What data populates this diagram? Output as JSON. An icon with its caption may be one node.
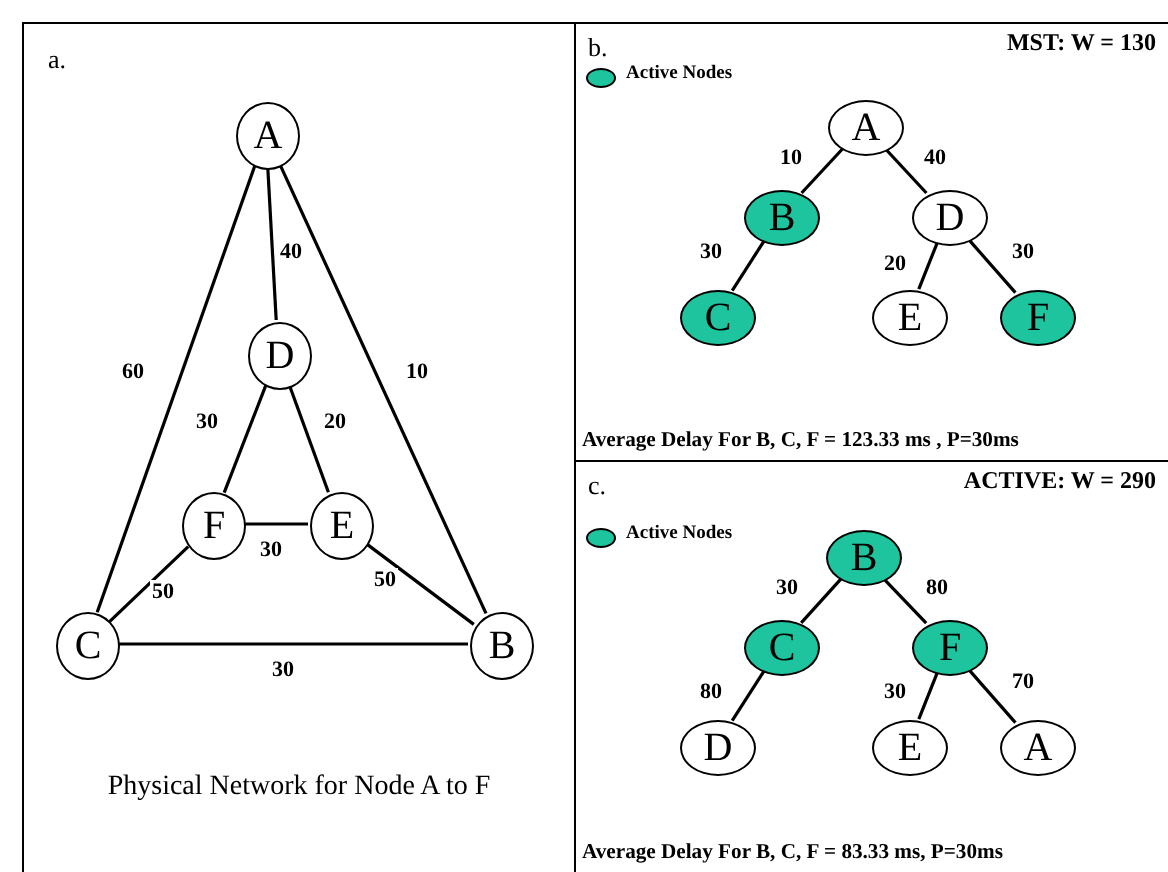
{
  "diagram": {
    "nodes": [
      {
        "text": [
          "a.",
          "Physical Network for Node A to F"
        ]
      },
      {
        "text": [
          "A"
        ],
        "in": 0
      },
      {
        "text": [
          "D"
        ],
        "in": 0
      },
      {
        "text": [
          "F"
        ],
        "in": 0
      },
      {
        "text": [
          "E"
        ],
        "in": 0
      },
      {
        "text": [
          "C"
        ],
        "in": 0
      },
      {
        "text": [
          "B"
        ],
        "in": 0
      },
      {
        "text": [
          "b.",
          "MST: W = 130",
          "Average Delay For B, C, F = 123.33 ms , P=30ms"
        ]
      },
      {
        "text": [
          "A"
        ],
        "in": 7
      },
      {
        "text": [
          "B"
        ],
        "in": 7
      },
      {
        "text": [
          "D"
        ],
        "in": 7
      },
      {
        "text": [
          "C"
        ],
        "in": 7
      },
      {
        "text": [
          "E"
        ],
        "in": 7
      },
      {
        "text": [
          "F"
        ],
        "in": 7
      },
      {
        "text": [
          "c.",
          "ACTIVE: W = 290",
          "Average Delay For B, C, F = 83.33 ms, P=30ms"
        ]
      },
      {
        "text": [
          "B"
        ],
        "in": 14
      },
      {
        "text": [
          "C"
        ],
        "in": 14
      },
      {
        "text": [
          "F"
        ],
        "in": 14
      },
      {
        "text": [
          "D"
        ],
        "in": 14
      },
      {
        "text": [
          "E"
        ],
        "in": 14
      },
      {
        "text": [
          "A"
        ],
        "in": 14
      }
    ],
    "edges": [
      {
        "from": 1,
        "to": 2,
        "arrow": "none",
        "label": "40"
      },
      {
        "from": 1,
        "to": 5,
        "arrow": "none",
        "label": "60"
      },
      {
        "from": 1,
        "to": 6,
        "arrow": "none",
        "label": "10"
      },
      {
        "from": 2,
        "to": 3,
        "arrow": "none",
        "label": "30"
      },
      {
        "from": 2,
        "to": 4,
        "arrow": "none",
        "label": "20"
      },
      {
        "from": 3,
        "to": 4,
        "arrow": "none",
        "label": "30"
      },
      {
        "from": 3,
        "to": 5,
        "arrow": "none",
        "label": "50"
      },
      {
        "from": 4,
        "to": 6,
        "arrow": "none",
        "label": "50"
      },
      {
        "from": 5,
        "to": 6,
        "arrow": "none",
        "label": "30"
      },
      {
        "from": 8,
        "to": 9,
        "arrow": "none",
        "label": "10"
      },
      {
        "from": 8,
        "to": 10,
        "arrow": "none",
        "label": "40"
      },
      {
        "from": 9,
        "to": 11,
        "arrow": "none",
        "label": "30"
      },
      {
        "from": 10,
        "to": 12,
        "arrow": "none",
        "label": "20"
      },
      {
        "from": 10,
        "to": 13,
        "arrow": "none",
        "label": "30"
      },
      {
        "from": 15,
        "to": 16,
        "arrow": "none",
        "label": "30"
      },
      {
        "from": 15,
        "to": 17,
        "arrow": "none",
        "label": "80"
      },
      {
        "from": 16,
        "to": 18,
        "arrow": "none",
        "label": "80"
      },
      {
        "from": 17,
        "to": 19,
        "arrow": "none",
        "label": "30"
      },
      {
        "from": 17,
        "to": 20,
        "arrow": "none",
        "label": "70"
      }
    ],
    "legend": [
      {
        "text": "Active Nodes",
        "color": "#1dc49d"
      },
      {
        "text": "Active Nodes",
        "color": "#1dc49d"
      }
    ]
  }
}
